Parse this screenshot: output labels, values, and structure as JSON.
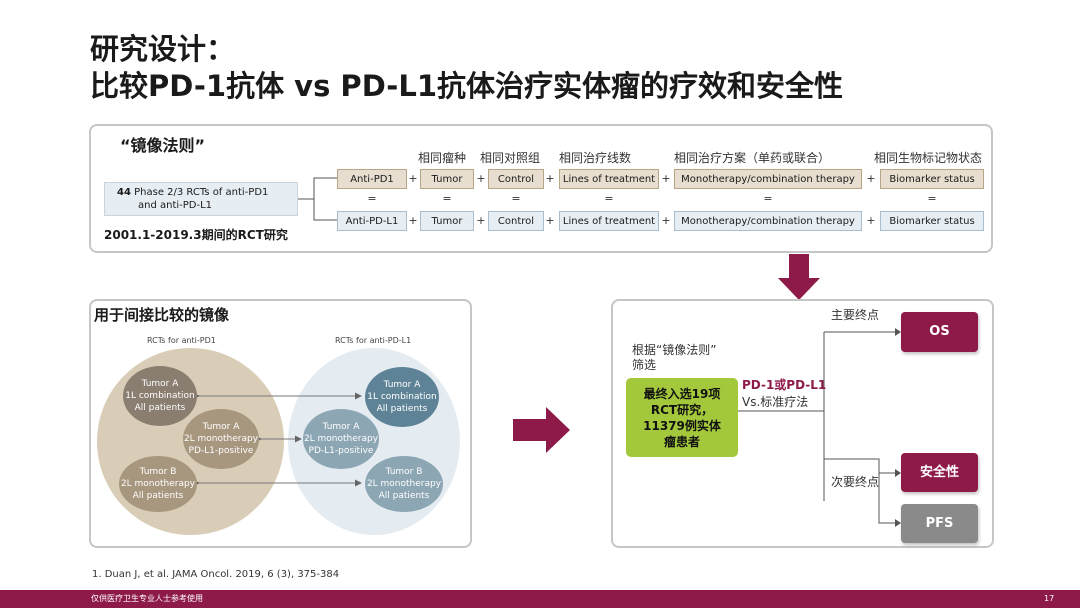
{
  "title": {
    "line1": "研究设计：",
    "line2": "比较PD-1抗体 vs PD-L1抗体治疗实体瘤的疗效和安全性"
  },
  "mirror_rule": {
    "heading": "“镜像法则”",
    "source_count": "44",
    "source_line1": "Phase 2/3 RCTs of anti-PD1",
    "source_line2": "and anti-PD-L1",
    "period": "2001.1-2019.3期间的RCT研究",
    "headers": [
      "相同瘤种",
      "相同对照组",
      "相同治疗线数",
      "相同治疗方案（单药或联合）",
      "相同生物标记物状态"
    ],
    "row1": [
      "Anti-PD1",
      "Tumor",
      "Control",
      "Lines of treatment",
      "Monotherapy/combination therapy",
      "Biomarker status"
    ],
    "row2": [
      "Anti-PD-L1",
      "Tumor",
      "Control",
      "Lines of treatment",
      "Monotherapy/combination therapy",
      "Biomarker status"
    ],
    "plus": "+",
    "equals": "="
  },
  "indirect": {
    "heading": "用于间接比较的镜像",
    "left_label": "RCTs for anti-PD1",
    "right_label": "RCTs for anti-PD-L1",
    "bubbles": [
      {
        "lines": [
          "Tumor A",
          "1L combination",
          "All patients"
        ]
      },
      {
        "lines": [
          "Tumor A",
          "2L monotherapy",
          "PD-L1-positive"
        ]
      },
      {
        "lines": [
          "Tumor B",
          "2L monotherapy",
          "All patients"
        ]
      },
      {
        "lines": [
          "Tumor A",
          "1L combination",
          "All patients"
        ]
      },
      {
        "lines": [
          "Tumor A",
          "2L monotherapy",
          "PD-L1-positive"
        ]
      },
      {
        "lines": [
          "Tumor B",
          "2L monotherapy",
          "All patients"
        ]
      }
    ]
  },
  "design": {
    "criteria_line1": "根据“镜像法则”",
    "criteria_line2": "筛选",
    "included_lines": [
      "最终入选19项",
      "RCT研究，",
      "11379例实体",
      "瘤患者"
    ],
    "comparison_line1": "PD-1或PD-L1",
    "comparison_line2": "Vs.标准疗法",
    "primary_label": "主要终点",
    "secondary_label": "次要终点",
    "os": "OS",
    "safety": "安全性",
    "pfs": "PFS"
  },
  "footer": {
    "reference": "1.    Duan J, et al. JAMA Oncol. 2019, 6 (3), 375-384",
    "disclaimer": "仅供医疗卫生专业人士参考使用",
    "page_number": "17"
  },
  "colors": {
    "brand": "#8e1a4a",
    "green": "#a4c83b",
    "gray_button": "#8a8a8a",
    "tan_tag": "#e7decf",
    "blue_tag": "#e7eef3",
    "tan_circle": "#d9cdb8",
    "blue_circle": "#e4ecf2"
  }
}
